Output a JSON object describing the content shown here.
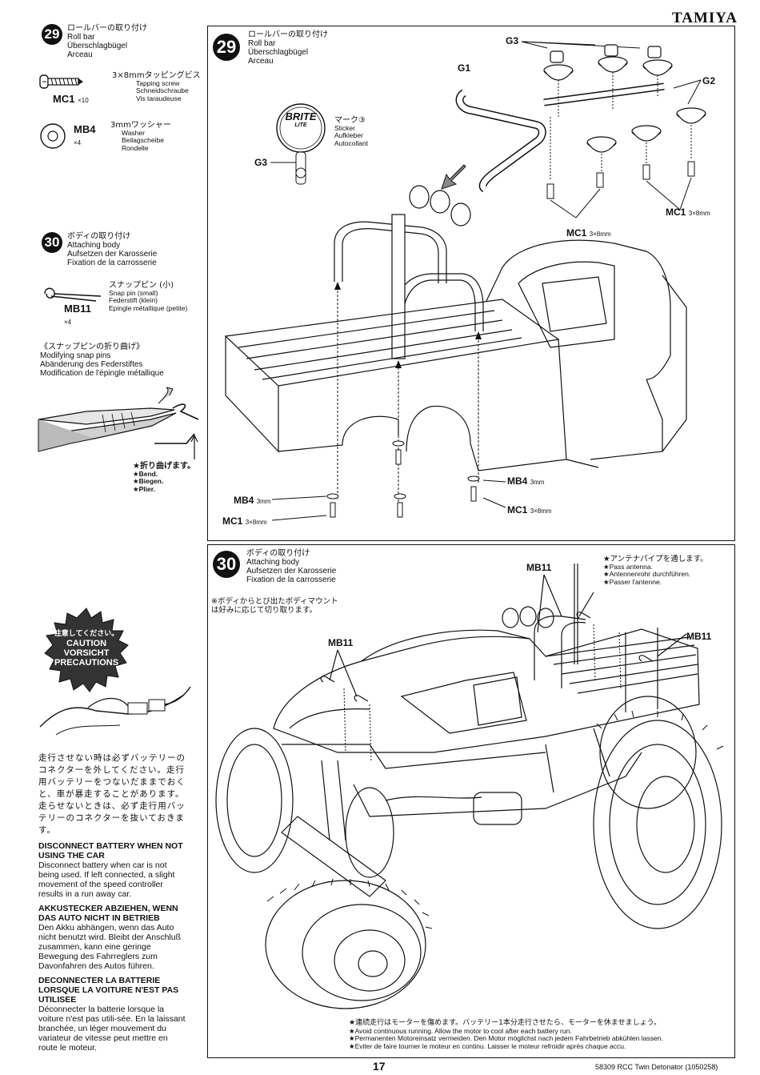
{
  "brand": "TAMIYA",
  "left_col": {
    "step29": {
      "num": "29",
      "title": [
        "ロールバーの取り付け",
        "Roll bar",
        "Überschlagbügel",
        "Arceau"
      ],
      "part1": {
        "code": "MC1",
        "qty": "×10",
        "size": "3×8mmタッピングビス",
        "names": [
          "Tapping screw",
          "Schneidschraube",
          "Vis taraudeuse"
        ]
      },
      "part2": {
        "code": "MB4",
        "qty": "×4",
        "size": "3mmワッシャー",
        "names": [
          "Washer",
          "Beilagscheibe",
          "Rondelle"
        ]
      }
    },
    "step30": {
      "num": "30",
      "title": [
        "ボディの取り付け",
        "Attaching body",
        "Aufsetzen der Karosserie",
        "Fixation de la carrosserie"
      ],
      "part1": {
        "code": "MB11",
        "qty": "×4",
        "size": "スナップピン (小)",
        "names": [
          "Snap pin (small)",
          "Federstift (klein)",
          "Epingle métallique (petite)"
        ]
      }
    },
    "modify": {
      "title": [
        "《スナップピンの折り曲げ》",
        "Modifying snap pins",
        "Abänderung des Federstiftes",
        "Modification de l'épingle métallique"
      ],
      "bend": [
        "★折り曲げます。",
        "★Bend.",
        "★Biegen.",
        "★Plier."
      ]
    },
    "caution": {
      "badge": [
        "注意してください。",
        "CAUTION",
        "VORSICHT",
        "PRECAUTIONS"
      ],
      "ja": "走行させない時は必ずバッテリーのコネクターを外してください。走行用バッテリーをつないだままでおくと、車が暴走することがあります。走らせないときは、必ず走行用バッテリーのコネクターを抜いておきます。",
      "en_h": "DISCONNECT BATTERY WHEN NOT USING THE CAR",
      "en": "Disconnect battery when car is not being used. If left connected, a slight movement of the speed controller results in a run away car.",
      "de_h": "AKKUSTECKER ABZIEHEN, WENN DAS AUTO NICHT IN BETRIEB",
      "de": "Den Akku abhängen, wenn das Auto nicht benutzt wird. Bleibt der Anschluß zusammen, kann eine geringe Bewegung des Fahrreglers zum Davonfahren des Autos führen.",
      "fr_h": "DECONNECTER LA BATTERIE LORSQUE LA VOITURE N'EST PAS UTILISEE",
      "fr": "Déconnecter la batterie lorsque la voiture n'est pas utili-sée. En la laissant branchée, un léger mouvement du variateur de vitesse peut mettre en route le moteur."
    }
  },
  "panel29": {
    "num": "29",
    "title": [
      "ロールバーの取り付け",
      "Roll bar",
      "Überschlagbügel",
      "Arceau"
    ],
    "sticker_logo": [
      "BRITE",
      "LITE"
    ],
    "sticker": [
      "マーク③",
      "Sticker",
      "Aufkleber",
      "Autocollant"
    ],
    "labels": {
      "g3a": "G3",
      "g3b": "G3",
      "g1": "G1",
      "g2": "G2",
      "mc1a": "MC1",
      "mc1a_s": "3×8mm",
      "mc1b": "MC1",
      "mc1b_s": "3×8mm",
      "mb4a": "MB4",
      "mb4a_s": "3mm",
      "mb4b": "MB4",
      "mb4b_s": "3mm",
      "mc1c": "MC1",
      "mc1c_s": "3×8mm",
      "mc1d": "MC1",
      "mc1d_s": "3×8mm"
    }
  },
  "panel30": {
    "num": "30",
    "title": [
      "ボディの取り付け",
      "Attaching body",
      "Aufsetzen der Karosserie",
      "Fixation de la carrosserie"
    ],
    "note": [
      "※ボディからとび出たボディマウント",
      "は好みに応じて切り取ります。"
    ],
    "antenna": [
      "★アンテナパイプを通します。",
      "★Pass antenna.",
      "★Antennenrohr durchführen.",
      "★Passer l'antenne."
    ],
    "labels": {
      "mb11a": "MB11",
      "mb11b": "MB11",
      "mb11c": "MB11"
    },
    "footnote": [
      "★連続走行はモーターを傷めます。バッテリー1本分走行させたら、モーターを休ませましょう。",
      "★Avoid continuous running. Allow the motor to cool after each battery run.",
      "★Permanenten Motoreinsatz vermeiden. Den Motor möglichst nach jedem Fahrbetrieb abkühlen lassen.",
      "★Eviter de faire tourner le moteur en continu. Laisser le moteur refroidir après chaque accu."
    ]
  },
  "footer": {
    "page": "17",
    "ref": "58309 RCC Twin Detonator (1050258)"
  }
}
